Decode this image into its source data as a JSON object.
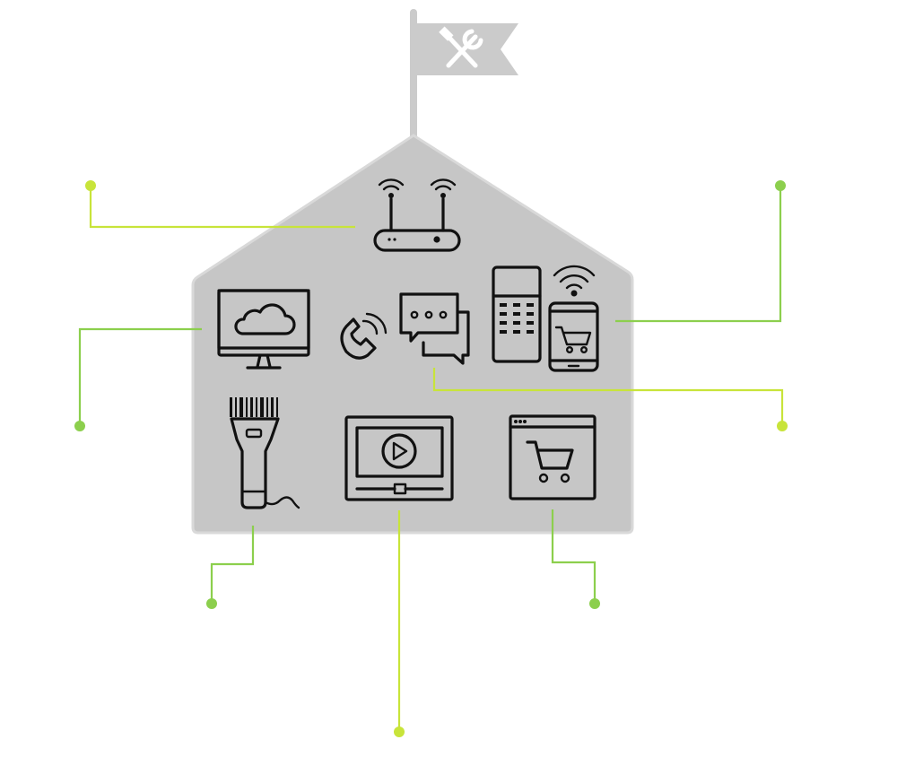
{
  "diagram": {
    "colors": {
      "house_fill": "#c6c6c6",
      "house_border": "#d9d9d9",
      "flag_fill": "#cbcbcb",
      "icon_stroke": "#111111",
      "connector_lime": "#c8e43a",
      "connector_green": "#8ccf4d"
    },
    "flag": {
      "icon": "tools-icon"
    },
    "icons": [
      {
        "id": "router",
        "icon": "wifi-router-icon",
        "connector_color": "lime"
      },
      {
        "id": "cloud-monitor",
        "icon": "cloud-monitor-icon",
        "connector_color": "green"
      },
      {
        "id": "phone-chat",
        "icon": "phone-chat-icon",
        "connector_color": "lime"
      },
      {
        "id": "pos-mobile",
        "icon": "pos-terminal-mobile-cart-icon",
        "connector_color": "green"
      },
      {
        "id": "barcode-scanner",
        "icon": "barcode-scanner-icon",
        "connector_color": "green"
      },
      {
        "id": "video-player",
        "icon": "video-player-icon",
        "connector_color": "lime"
      },
      {
        "id": "web-shop",
        "icon": "web-shop-cart-icon",
        "connector_color": "green"
      }
    ]
  }
}
